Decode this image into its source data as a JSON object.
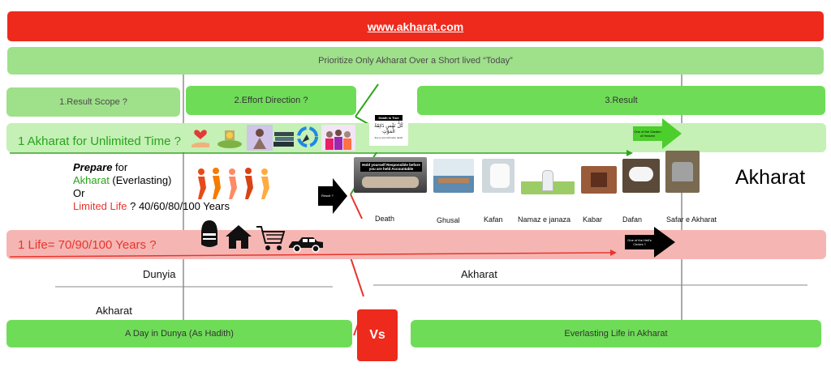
{
  "banner": {
    "url": "www.akharat.com"
  },
  "header": {
    "prioritize": "Prioritize Only Akharat Over a Short lived “Today”"
  },
  "columns": {
    "result_scope": "1.Result Scope ?",
    "effort_direction": "2.Effort Direction ?",
    "result": "3.Result"
  },
  "rows": {
    "akharat": "1 Akharat for Unlimited Time ?",
    "life": "1 Life= 70/90/100 Years ?"
  },
  "prepare": {
    "line1_bold": "Prepare",
    "line1_rest": " for",
    "line2_green": "Akharat",
    "line2_rest": " (Everlasting)",
    "line3": "Or",
    "line4_red": "Limited Life",
    "line4_rest": " ? 40/60/80/100 Years"
  },
  "arrows": {
    "result_q": "Result ?",
    "garden": "One of the Garden of Heaven",
    "hell": "One of the Hell's Circles ?"
  },
  "death_card": {
    "title": "Death is True",
    "arabic": "كُلُّ نَفْسٍ ذَائِقَةُ الْمَوْتِ",
    "caption": "Every soul will taste death"
  },
  "accountable_card": "Hold yourself Responsible before you are held Accountable",
  "stages": [
    "Death",
    "Ghusal",
    "Kafan",
    "Namaz e janaza",
    "Kabar",
    "Dafan",
    "Safar e Akharat"
  ],
  "akharat_big": "Akharat",
  "world": {
    "dunyia": "Dunyia",
    "akharat_right": "Akharat",
    "akharat_left": "Akharat"
  },
  "bottom": {
    "left": "A Day in Dunya (As Hadith)",
    "vs": "Vs",
    "right": "Everlasting Life in Akharat"
  },
  "colors": {
    "banner_red": "#ee2a1c",
    "green_light": "#9fe08a",
    "green_mid": "#6fdc58",
    "green_pale": "#c5f0b6",
    "pink": "#f5b6b3",
    "text_green": "#27a51a",
    "text_red": "#e8352d"
  },
  "icons": [
    "heart-hand-icon",
    "money-pile-icon",
    "prayer-icon",
    "books-icon",
    "recycle-hands-icon",
    "group-icon",
    "hero-runners-icon",
    "helmet-icon",
    "house-icon",
    "shopping-cart-icon",
    "car-icon"
  ]
}
